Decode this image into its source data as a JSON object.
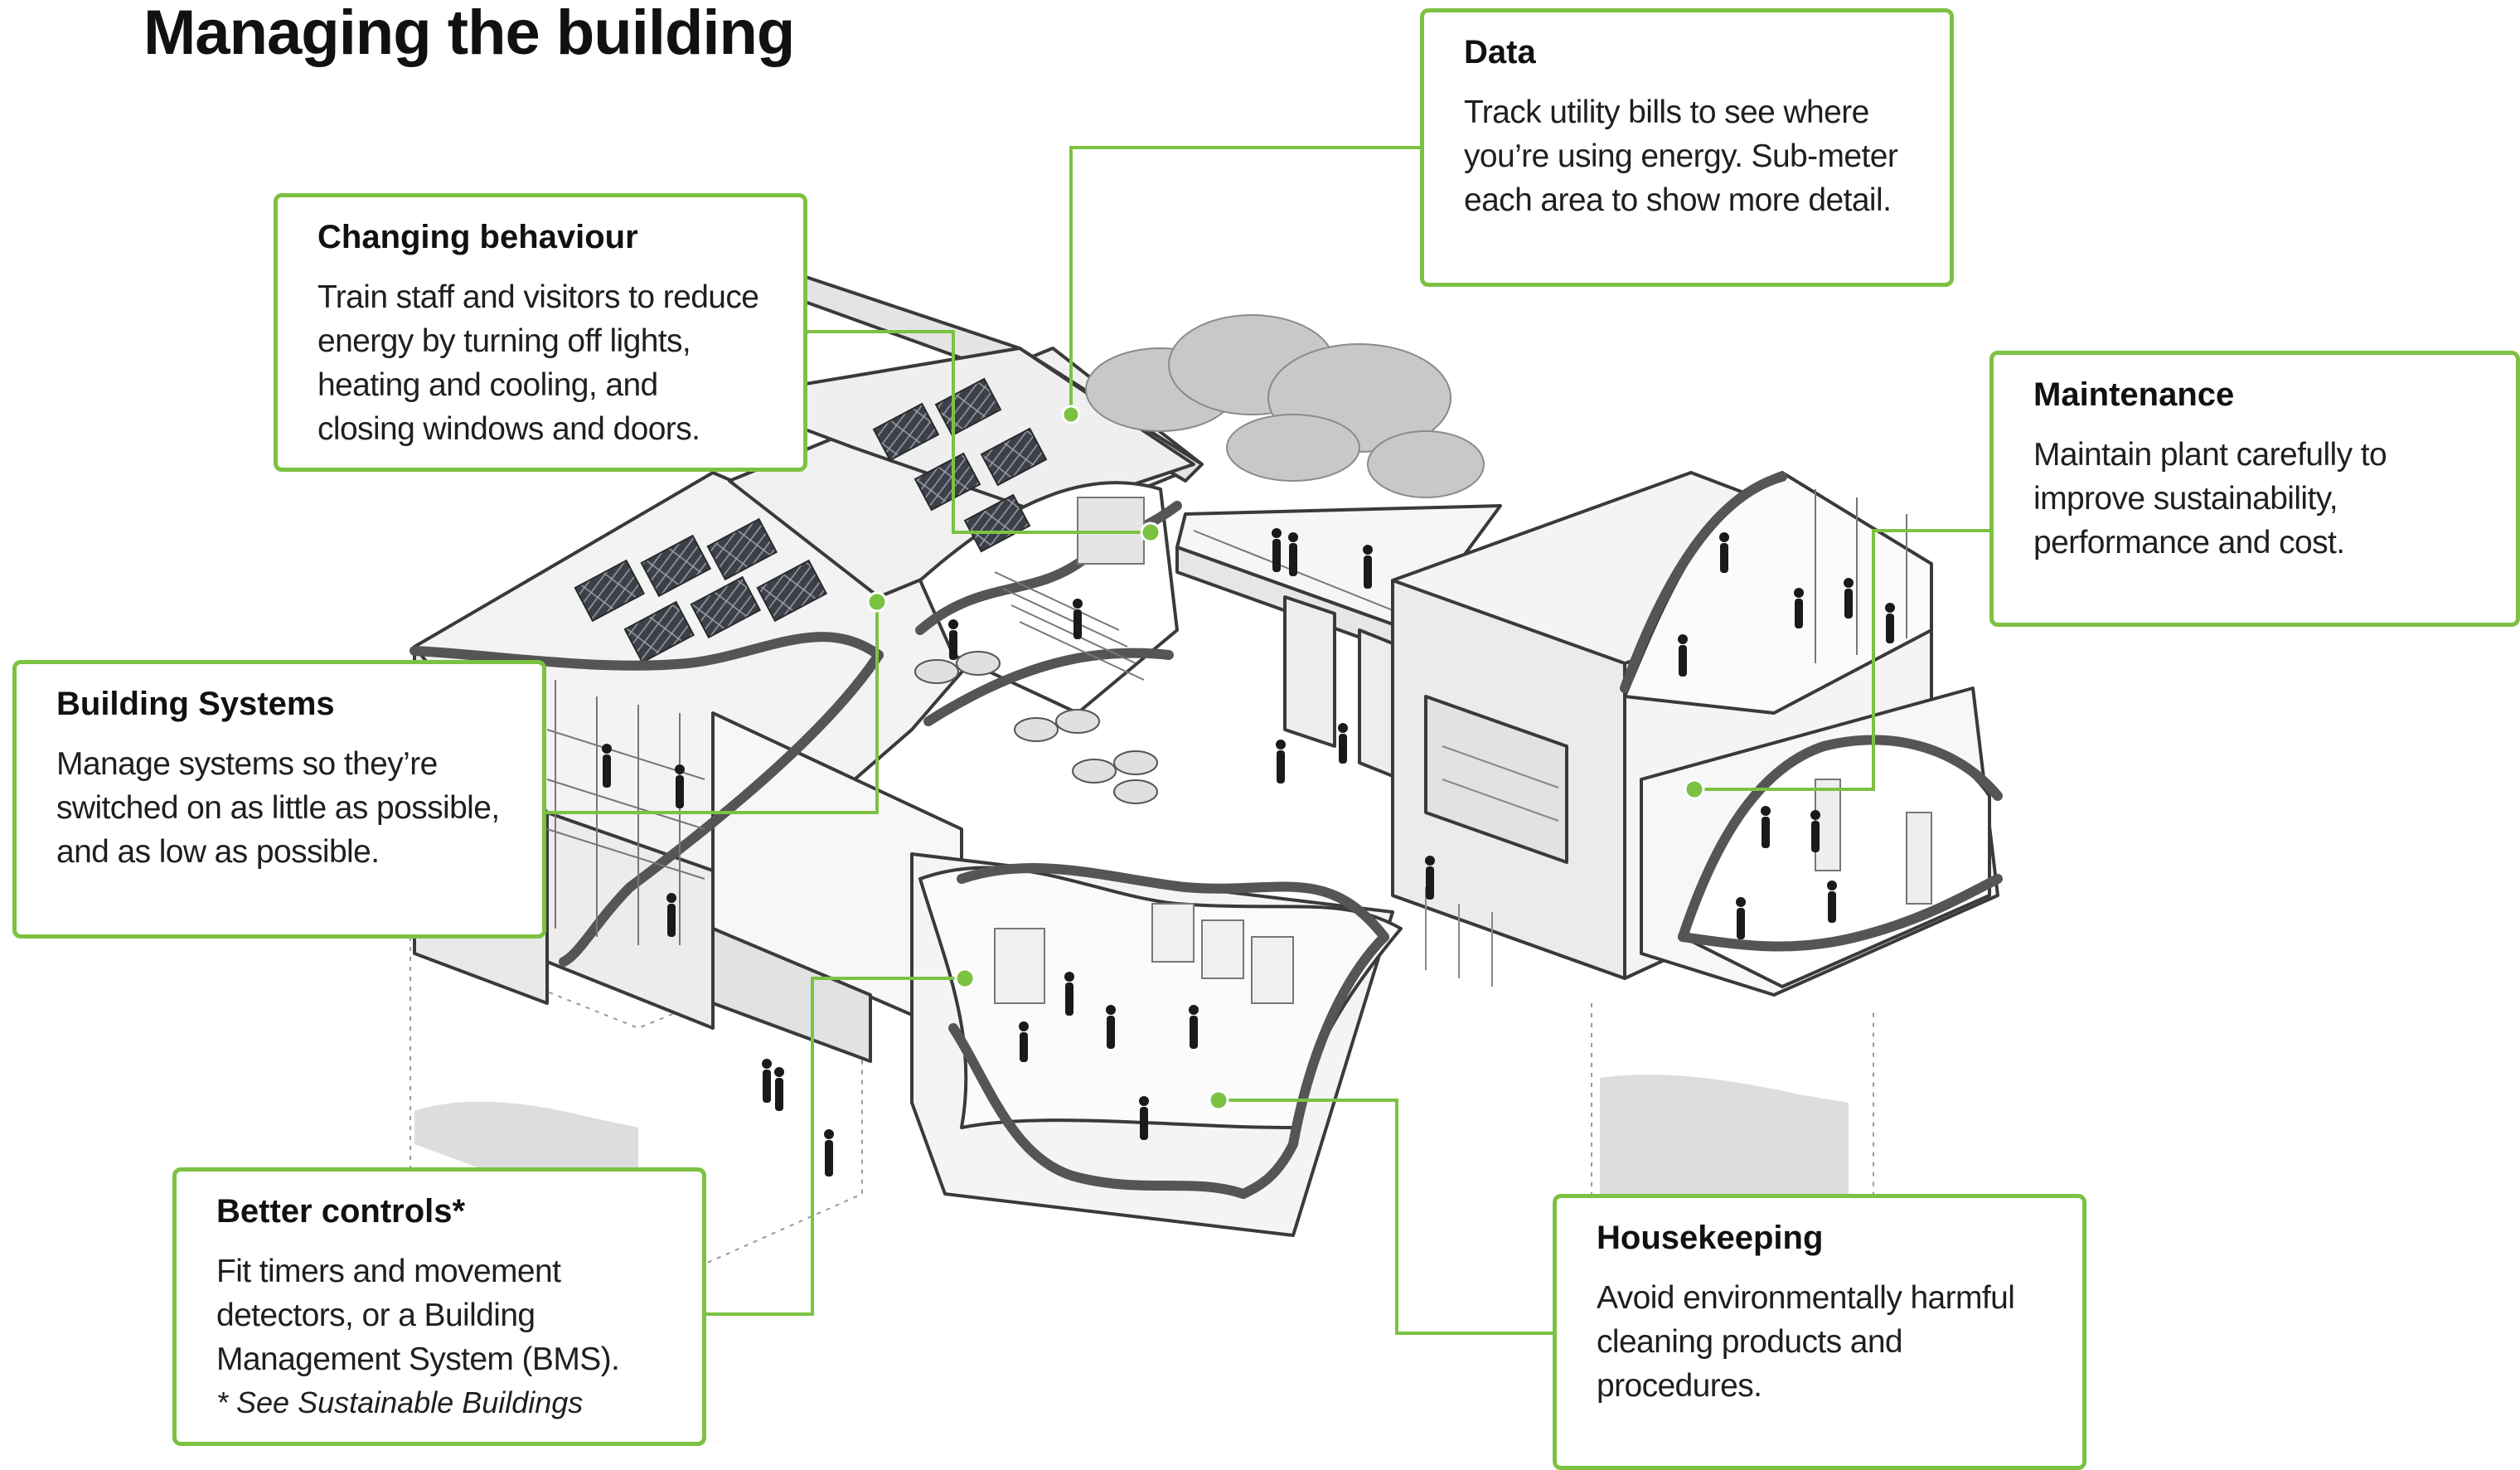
{
  "title": "Managing the building",
  "accent_color": "#7cc242",
  "callouts": {
    "data": {
      "title": "Data",
      "body": "Track utility bills to see where you’re using energy. Sub-meter each area to show more detail."
    },
    "changing_behaviour": {
      "title": "Changing behaviour",
      "body": "Train staff and visitors to reduce energy by turning off lights, heating and cooling, and closing windows and doors."
    },
    "maintenance": {
      "title": "Maintenance",
      "body": "Maintain plant carefully to improve sustainability, performance and cost."
    },
    "building_systems": {
      "title": "Building Systems",
      "body": "Manage systems so they’re switched on as little as possible, and as low as possible."
    },
    "better_controls": {
      "title": "Better controls*",
      "body": "Fit timers and movement detectors, or a Building Management System (BMS).",
      "note": "* See Sustainable Buildings"
    },
    "housekeeping": {
      "title": "Housekeeping",
      "body": "Avoid environmentally harmful cleaning products and procedures."
    }
  }
}
